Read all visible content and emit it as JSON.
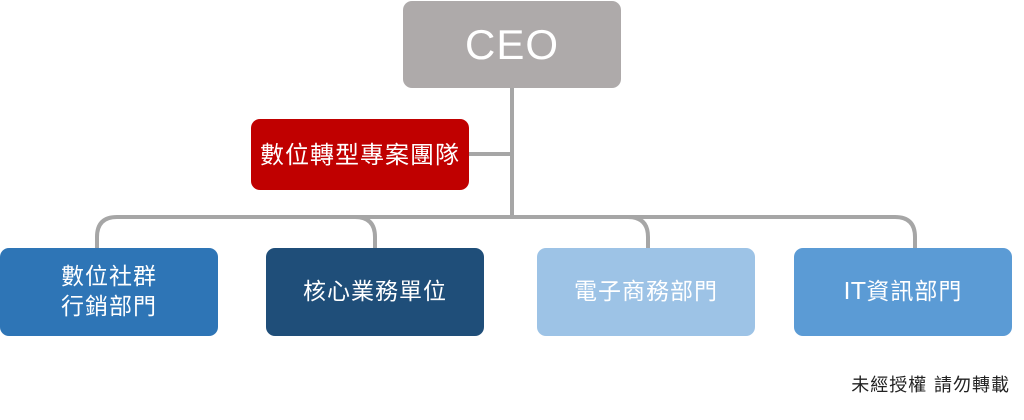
{
  "colors": {
    "connector": "#a6a6a6",
    "ceo": "#aeaaaa",
    "team": "#c00000",
    "dept_social": "#2e75b6",
    "dept_core": "#1f4e79",
    "dept_ecommerce": "#9dc3e6",
    "dept_it": "#5b9bd5"
  },
  "ceo": {
    "label": "CEO"
  },
  "team": {
    "label": "數位轉型專案團隊"
  },
  "departments": [
    {
      "label": "數位社群\n行銷部門"
    },
    {
      "label": "核心業務單位"
    },
    {
      "label": "電子商務部門"
    },
    {
      "label": "IT資訊部門"
    }
  ],
  "watermark": "未經授權 請勿轉載"
}
